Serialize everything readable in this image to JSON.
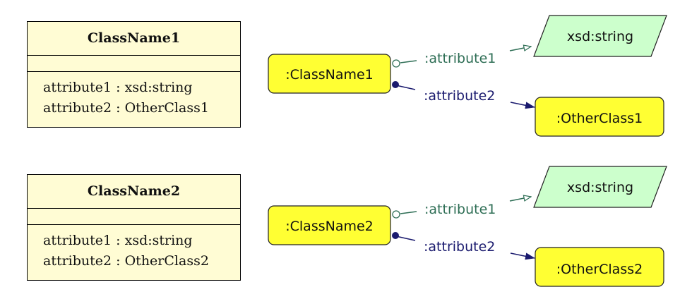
{
  "colors": {
    "instance_fill": "#ffff33",
    "datatype_fill": "#ccffcc",
    "class_fill": "#fffcd4",
    "literal_edge": "#2e6e55",
    "object_edge": "#1a1a6e"
  },
  "classes": [
    {
      "name": "ClassName1",
      "attributes": [
        "attribute1 : xsd:string",
        "attribute2 : OtherClass1"
      ],
      "instance": ":ClassName1",
      "literal_property": ":attribute1",
      "literal_type": "xsd:string",
      "object_property": ":attribute2",
      "object_target": ":OtherClass1"
    },
    {
      "name": "ClassName2",
      "attributes": [
        "attribute1 : xsd:string",
        "attribute2 : OtherClass2"
      ],
      "instance": ":ClassName2",
      "literal_property": ":attribute1",
      "literal_type": "xsd:string",
      "object_property": ":attribute2",
      "object_target": ":OtherClass2"
    }
  ]
}
